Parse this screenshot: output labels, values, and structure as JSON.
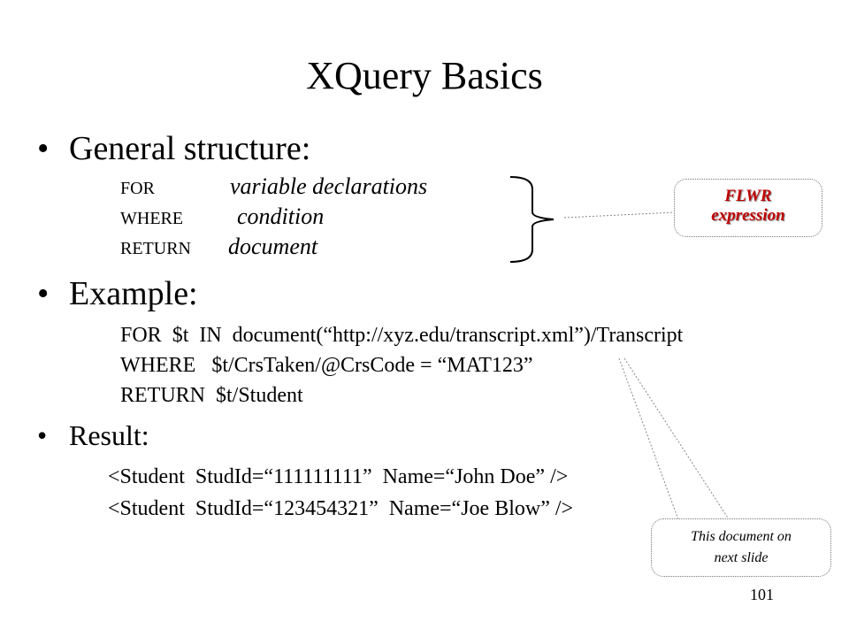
{
  "slide": {
    "title": "XQuery Basics",
    "page_number": "101"
  },
  "general": {
    "bullet": "•",
    "heading": "General structure:",
    "lines": [
      {
        "kw": "FOR",
        "desc": "variable declarations"
      },
      {
        "kw": "WHERE",
        "desc": "condition"
      },
      {
        "kw": "RETURN",
        "desc": "document"
      }
    ]
  },
  "example": {
    "bullet": "•",
    "heading": "Example:",
    "lines": [
      "FOR  $t  IN  document(“http://xyz.edu/transcript.xml”)/Transcript",
      "WHERE   $t/CrsTaken/@CrsCode = “MAT123”",
      "RETURN  $t/Student"
    ]
  },
  "result": {
    "bullet": "•",
    "heading": "Result:",
    "lines": [
      "<Student  StudId=“111111111”  Name=“John Doe” />",
      "<Student  StudId=“123454321”  Name=“Joe Blow” />"
    ]
  },
  "callouts": {
    "flwr": [
      "FLWR",
      "expression"
    ],
    "next_doc": [
      "This document on",
      "next slide"
    ]
  },
  "colors": {
    "callout_text": "#c00000"
  }
}
